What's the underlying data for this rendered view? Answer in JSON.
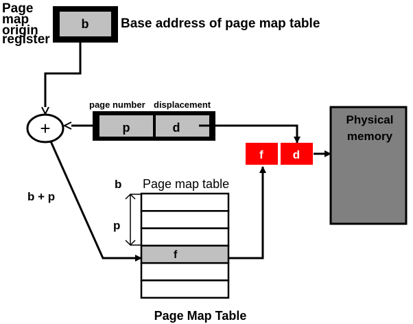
{
  "diagram": {
    "register_label_lines": [
      "Page",
      "map",
      "origin",
      "register"
    ],
    "register_value": "b",
    "base_address_label": "Base address of page map table",
    "adder_symbol": "+",
    "virtual_address": {
      "page_number_label": "page number",
      "displacement_label": "displacement",
      "page_field": "p",
      "displacement_field": "d"
    },
    "physical_address": {
      "frame_field": "f",
      "displacement_field": "d"
    },
    "physical_memory_label_lines": [
      "Physical",
      "memory"
    ],
    "sum_label": "b + p",
    "table_base_label": "b",
    "table_offset_label": "p",
    "table_header": "Page map table",
    "table_entry_value": "f",
    "table_caption": "Page Map Table",
    "table_row_count": 6,
    "highlighted_row_index": 3,
    "colors": {
      "register_fill": "#c0c0c0",
      "physical_fields": "#ff0000",
      "physical_memory": "#808080",
      "highlight_row": "#c0c0c0",
      "stroke": "#000000"
    }
  }
}
